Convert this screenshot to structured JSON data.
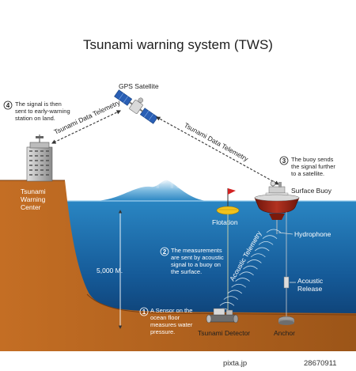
{
  "title": "Tsunami warning system (TWS)",
  "labels": {
    "gps_satellite": "GPS Satellite",
    "telemetry_left": "Tsunami Data Telemetry",
    "telemetry_right": "Tsunami Data Telemetry",
    "warning_center": [
      "Tsunami",
      "Warning",
      "Center"
    ],
    "surface_buoy": "Surface Buoy",
    "flotation": "Flotation",
    "hydrophone": "Hydrophone",
    "acoustic_telemetry": "Acoustic Telemetry",
    "acoustic_release": [
      "Acoustic",
      "Release"
    ],
    "depth": "5,000 M.",
    "tsunami_detector": "Tsunami Detector",
    "anchor": "Anchor"
  },
  "steps": [
    {
      "number": "1",
      "lines": [
        "A Sensor on the",
        "ocean floor",
        "measures water",
        "pressure."
      ]
    },
    {
      "number": "2",
      "lines": [
        "The measurements",
        "are sent by acoustic",
        "signal to a buoy on",
        "the surface."
      ]
    },
    {
      "number": "3",
      "lines": [
        "The buoy sends",
        "the signal further",
        "to a satellite."
      ]
    },
    {
      "number": "4",
      "lines": [
        "The signal is then",
        "sent to early-warning",
        "station on land."
      ]
    }
  ],
  "watermark": "PIXTA",
  "footer": {
    "brand": "pixta.jp",
    "id": "28670911"
  },
  "colors": {
    "ocean_top": "#2a86c3",
    "ocean_bottom": "#0a2f5c",
    "land": "#b8641f",
    "buoy": "#9b2314",
    "flag": "#d22222",
    "flotation": "#f2c21c",
    "arrow": "#333333"
  },
  "icons": [
    "satellite-icon",
    "building-icon",
    "buoy-icon",
    "flag-icon",
    "sensor-icon",
    "anchor-weight-icon"
  ]
}
